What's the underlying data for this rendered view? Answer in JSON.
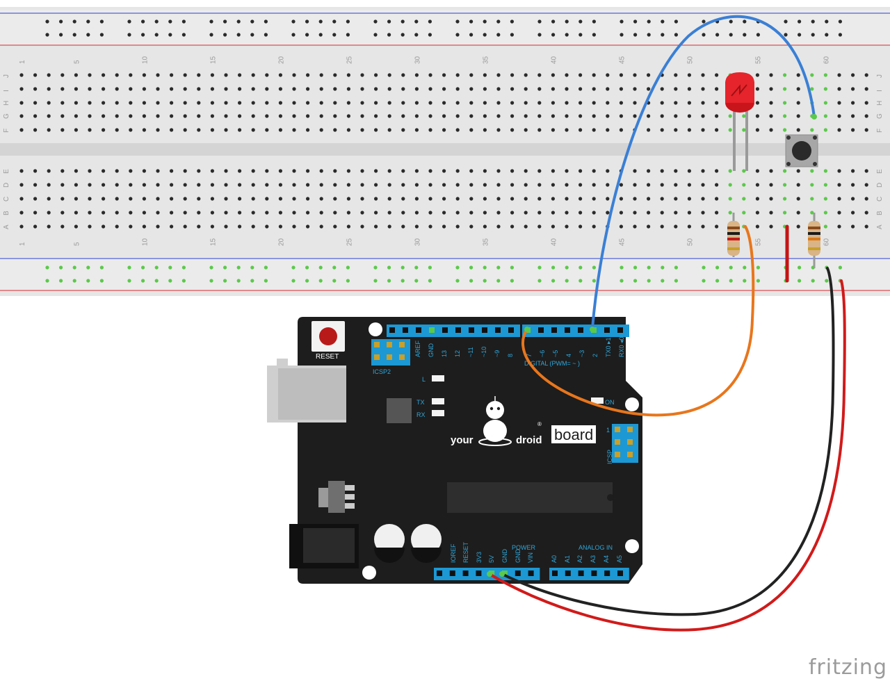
{
  "breadboard": {
    "row_letters_top": [
      "J",
      "I",
      "H",
      "G",
      "F"
    ],
    "row_letters_bottom": [
      "E",
      "D",
      "C",
      "B",
      "A"
    ],
    "column_numbers": [
      "1",
      "5",
      "10",
      "15",
      "20",
      "25",
      "30",
      "35",
      "40",
      "45",
      "50",
      "55",
      "60"
    ]
  },
  "arduino": {
    "reset_label": "RESET",
    "icsp2_label": "ICSP2",
    "icsp_label": "ICSP",
    "icsp_pin1": "1",
    "led_l": "L",
    "led_tx": "TX",
    "led_rx": "RX",
    "on_label": "ON",
    "digital_label": "DIGITAL (PWM= ~ )",
    "power_label": "POWER",
    "analog_label": "ANALOG IN",
    "brand_your": "your",
    "brand_droid": "droid",
    "brand_board": "board",
    "brand_reg": "®",
    "digital_pins": [
      "AREF",
      "GND",
      "13",
      "12",
      "~11",
      "~10",
      "~9",
      "8",
      "7",
      "~6",
      "~5",
      "4",
      "~3",
      "2",
      "TX0 ▸1",
      "RX0 ◂0"
    ],
    "power_pins": [
      "IOREF",
      "RESET",
      "3V3",
      "5V",
      "GND",
      "GND",
      "VIN"
    ],
    "analog_pins": [
      "A0",
      "A1",
      "A2",
      "A3",
      "A4",
      "A5"
    ]
  },
  "wires": {
    "blue": "#3a7fd5",
    "orange": "#e8761c",
    "red": "#d11a1a",
    "black": "#222222"
  },
  "colors": {
    "breadboard": "#e6e6e6",
    "rail_red": "#d9262b",
    "rail_blue": "#2b3dd6",
    "hole": "#2a2a2a",
    "hole_active": "#5bc94a",
    "arduino": "#1d1d1d",
    "header": "#1c98d4"
  },
  "watermark": "fritzing"
}
